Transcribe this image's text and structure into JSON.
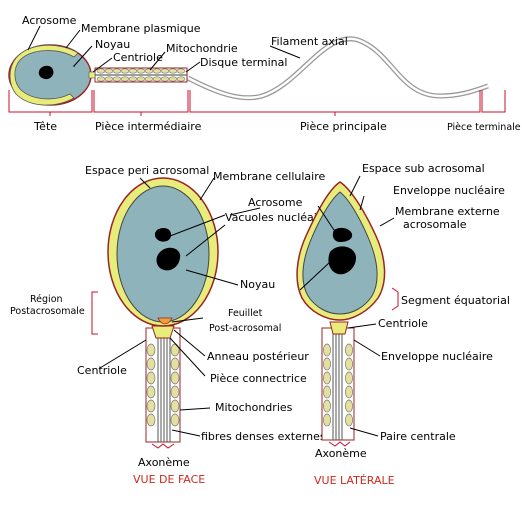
{
  "colors": {
    "cytoplasm": "#8fb3bb",
    "acrosome": "#e8ec7a",
    "membrane": "#b92b2b",
    "brace": "#c8102e",
    "caption": "#cc2a1e"
  },
  "top": {
    "acrosome": "Acrosome",
    "membrane_plasmique": "Membrane plasmique",
    "noyau": "Noyau",
    "centriole": "Centriole",
    "mitochondrie": "Mitochondrie",
    "disque_terminal": "Disque terminal",
    "filament_axial": "Filament axial",
    "tete": "Tête",
    "piece_intermediaire": "Pièce intermédiaire",
    "piece_principale": "Pièce principale",
    "piece_terminale": "Pièce terminale"
  },
  "face": {
    "espace_peri": "Espace peri acrosomal",
    "membrane_cellulaire": "Membrane cellulaire",
    "acrosome": "Acrosome",
    "vacuoles": "Vacuoles nucléaires",
    "noyau": "Noyau",
    "region_1": "Région",
    "region_2": "Postacrosomale",
    "feuillet_1": "Feuillet",
    "feuillet_2": "Post-acrosomal",
    "centriole": "Centriole",
    "anneau": "Anneau postérieur",
    "piece_connectrice": "Pièce connectrice",
    "mitochondries": "Mitochondries",
    "fibres": "fibres denses externes",
    "axoneme": "Axonème",
    "caption": "VUE DE FACE"
  },
  "side": {
    "espace_sub": "Espace sub acrosomal",
    "enveloppe_nucl": "Enveloppe nucléaire",
    "membrane_ext_1": "Membrane externe",
    "membrane_ext_2": "acrosomale",
    "segment": "Segment équatorial",
    "centriole": "Centriole",
    "enveloppe_nucl_2": "Enveloppe nucléaire",
    "paire_centrale": "Paire centrale",
    "axoneme": "Axonème",
    "caption": "VUE LATÉRALE"
  }
}
